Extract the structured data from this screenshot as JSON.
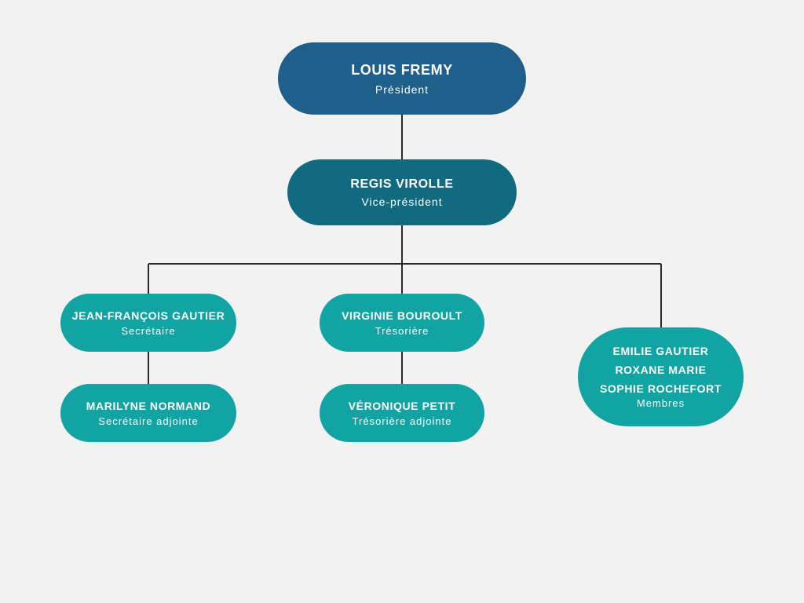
{
  "org_chart": {
    "president": {
      "name": "LOUIS FREMY",
      "role": "Président"
    },
    "vice_president": {
      "name": "REGIS VIROLLE",
      "role": "Vice-président"
    },
    "secretary": {
      "name": "JEAN-FRANÇOIS GAUTIER",
      "role": "Secrétaire"
    },
    "assistant_secretary": {
      "name": "MARILYNE NORMAND",
      "role": "Secrétaire adjointe"
    },
    "treasurer": {
      "name": "VIRGINIE BOUROULT",
      "role": "Trésorière"
    },
    "assistant_treasurer": {
      "name": "VÉRONIQUE PETIT",
      "role": "Trésorière adjointe"
    },
    "members": {
      "names": [
        "EMILIE GAUTIER",
        "ROXANE MARIE",
        "SOPHIE ROCHEFORT"
      ],
      "role": "Membres"
    }
  },
  "colors": {
    "background": "#f2f2f2",
    "president_fill": "#1f5f8b",
    "vice_president_fill": "#116a80",
    "member_fill": "#12a3a3",
    "connector": "#2b2b2b"
  }
}
